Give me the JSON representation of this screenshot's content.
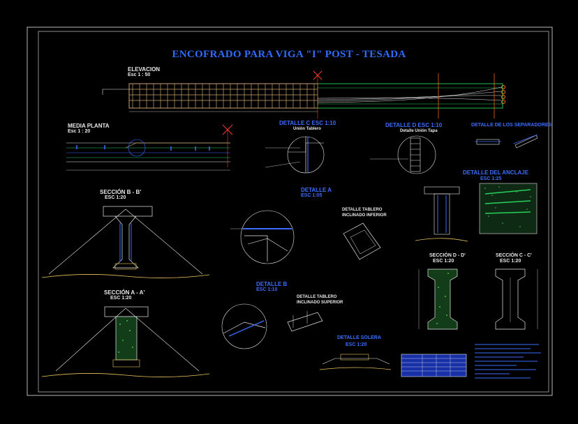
{
  "title": "ENCOFRADO PARA VIGA \"I\" POST - TESADA",
  "labels": {
    "elevacion": "ELEVACION",
    "elevacion_scale": "Esc 1 : 50",
    "media_planta": "MEDIA PLANTA",
    "media_planta_scale": "Esc 1 : 20",
    "detalle_c": "DETALLE C    ESC 1:10",
    "detalle_c_sub": "Unión Tablero",
    "detalle_d": "DETALLE  D    ESC 1:10",
    "detalle_d_sub": "Detalle Unión Tapa",
    "detalle_separadores": "DETALLE DE LOS SEPARADORES",
    "detalle_anclaje": "DETALLE DEL ANCLAJE",
    "detalle_anclaje_scale": "ESC 1:25",
    "seccion_bb": "SECCIÓN B - B'",
    "seccion_bb_scale": "ESC 1:20",
    "detalle_a": "DETALLE  A",
    "detalle_a_scale": "ESC 1:05",
    "detalle_tablero_inferior": "DETALLE TABLERO",
    "detalle_tablero_inferior_2": "INCLINADO INFERIOR",
    "seccion_aa": "SECCIÓN A - A'",
    "seccion_aa_scale": "ESC 1:20",
    "detalle_b": "DETALLE  B",
    "detalle_b_scale": "ESC 1:10",
    "detalle_tablero_superior": "DETALLE TABLERO",
    "detalle_tablero_superior_2": "INCLINADO SUPERIOR",
    "seccion_dd": "SECCIÓN D - D'",
    "seccion_dd_scale": "ESC 1:20",
    "seccion_cc": "SECCIÓN C - C'",
    "seccion_cc_scale": "ESC 1:20",
    "detalle_solera": "DETALLE SOLERA",
    "detalle_solera_scale": "ESC 1:20"
  },
  "colors": {
    "background": "#000000",
    "blue": "#3b6cff",
    "white": "#e8e8e8",
    "yellow": "#e6c35a",
    "green": "#27d05a",
    "red": "#ff3b30",
    "orange": "#ff7a1a",
    "wood": "#c8a070",
    "concrete": "#3ec24a"
  }
}
